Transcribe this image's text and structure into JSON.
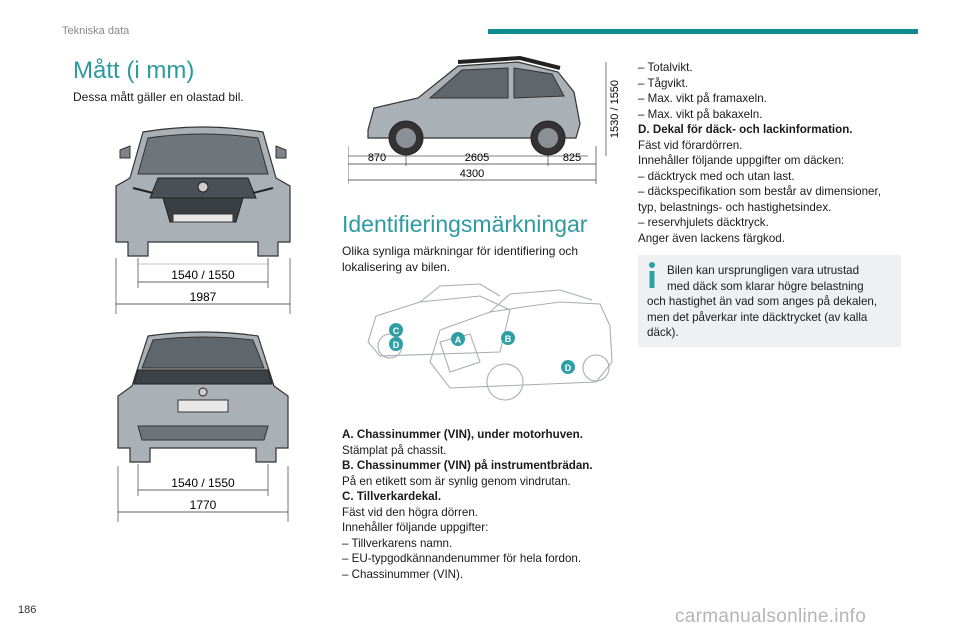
{
  "header": {
    "section": "Tekniska data"
  },
  "left": {
    "title": "Mått (i mm)",
    "intro": "Dessa mått gäller en olastad bil.",
    "front_track": "1540 / 1550",
    "front_width": "1987",
    "rear_track": "1540 / 1550",
    "rear_width": "1770"
  },
  "side": {
    "height": "1530 / 1550",
    "front_overhang": "870",
    "wheelbase": "2605",
    "rear_overhang": "825",
    "length": "4300"
  },
  "ident": {
    "title": "Identifieringsmärkningar",
    "intro_1": "Olika synliga märkningar för identifiering och",
    "intro_2": "lokalisering av bilen.",
    "marker_a": "A",
    "marker_b": "B",
    "marker_c": "C",
    "marker_d": "D"
  },
  "middle_text": [
    "A. Chassinummer (VIN), under motorhuven.",
    "Stämplat på chassit.",
    "B. Chassinummer (VIN) på instrumentbrädan.",
    "På en etikett som är synlig genom vindrutan.",
    "C. Tillverkardekal.",
    "Fäst vid den högra dörren.",
    "Innehåller följande uppgifter:",
    "– Tillverkarens namn.",
    "– EU-typgodkännandenummer för hela fordon.",
    "– Chassinummer (VIN)."
  ],
  "right_text": [
    "– Totalvikt.",
    "– Tågvikt.",
    "– Max. vikt på framaxeln.",
    "– Max. vikt på bakaxeln.",
    "D. Dekal för däck- och lackinformation.",
    "Fäst vid förardörren.",
    "Innehåller följande uppgifter om däcken:",
    "– däcktryck med och utan last.",
    "– däckspecifikation som består av dimensioner,",
    "typ, belastnings- och hastighetsindex.",
    "– reservhjulets däcktryck.",
    "Anger även lackens färgkod."
  ],
  "note": {
    "line_1": "Bilen kan ursprungligen vara utrustad",
    "line_2": "med däck som klarar högre belastning",
    "line_3": "och hastighet än vad som anges på dekalen,",
    "line_4": "men det påverkar inte däcktrycket (av kalla",
    "line_5": "däck)."
  },
  "footer": {
    "page": "186",
    "watermark": "carmanualsonline.info"
  },
  "colors": {
    "accent": "#2d9aa0",
    "header_bar": "#0f8a8f",
    "note_bg": "#eef0f2",
    "marker": "#2f9fa6"
  }
}
